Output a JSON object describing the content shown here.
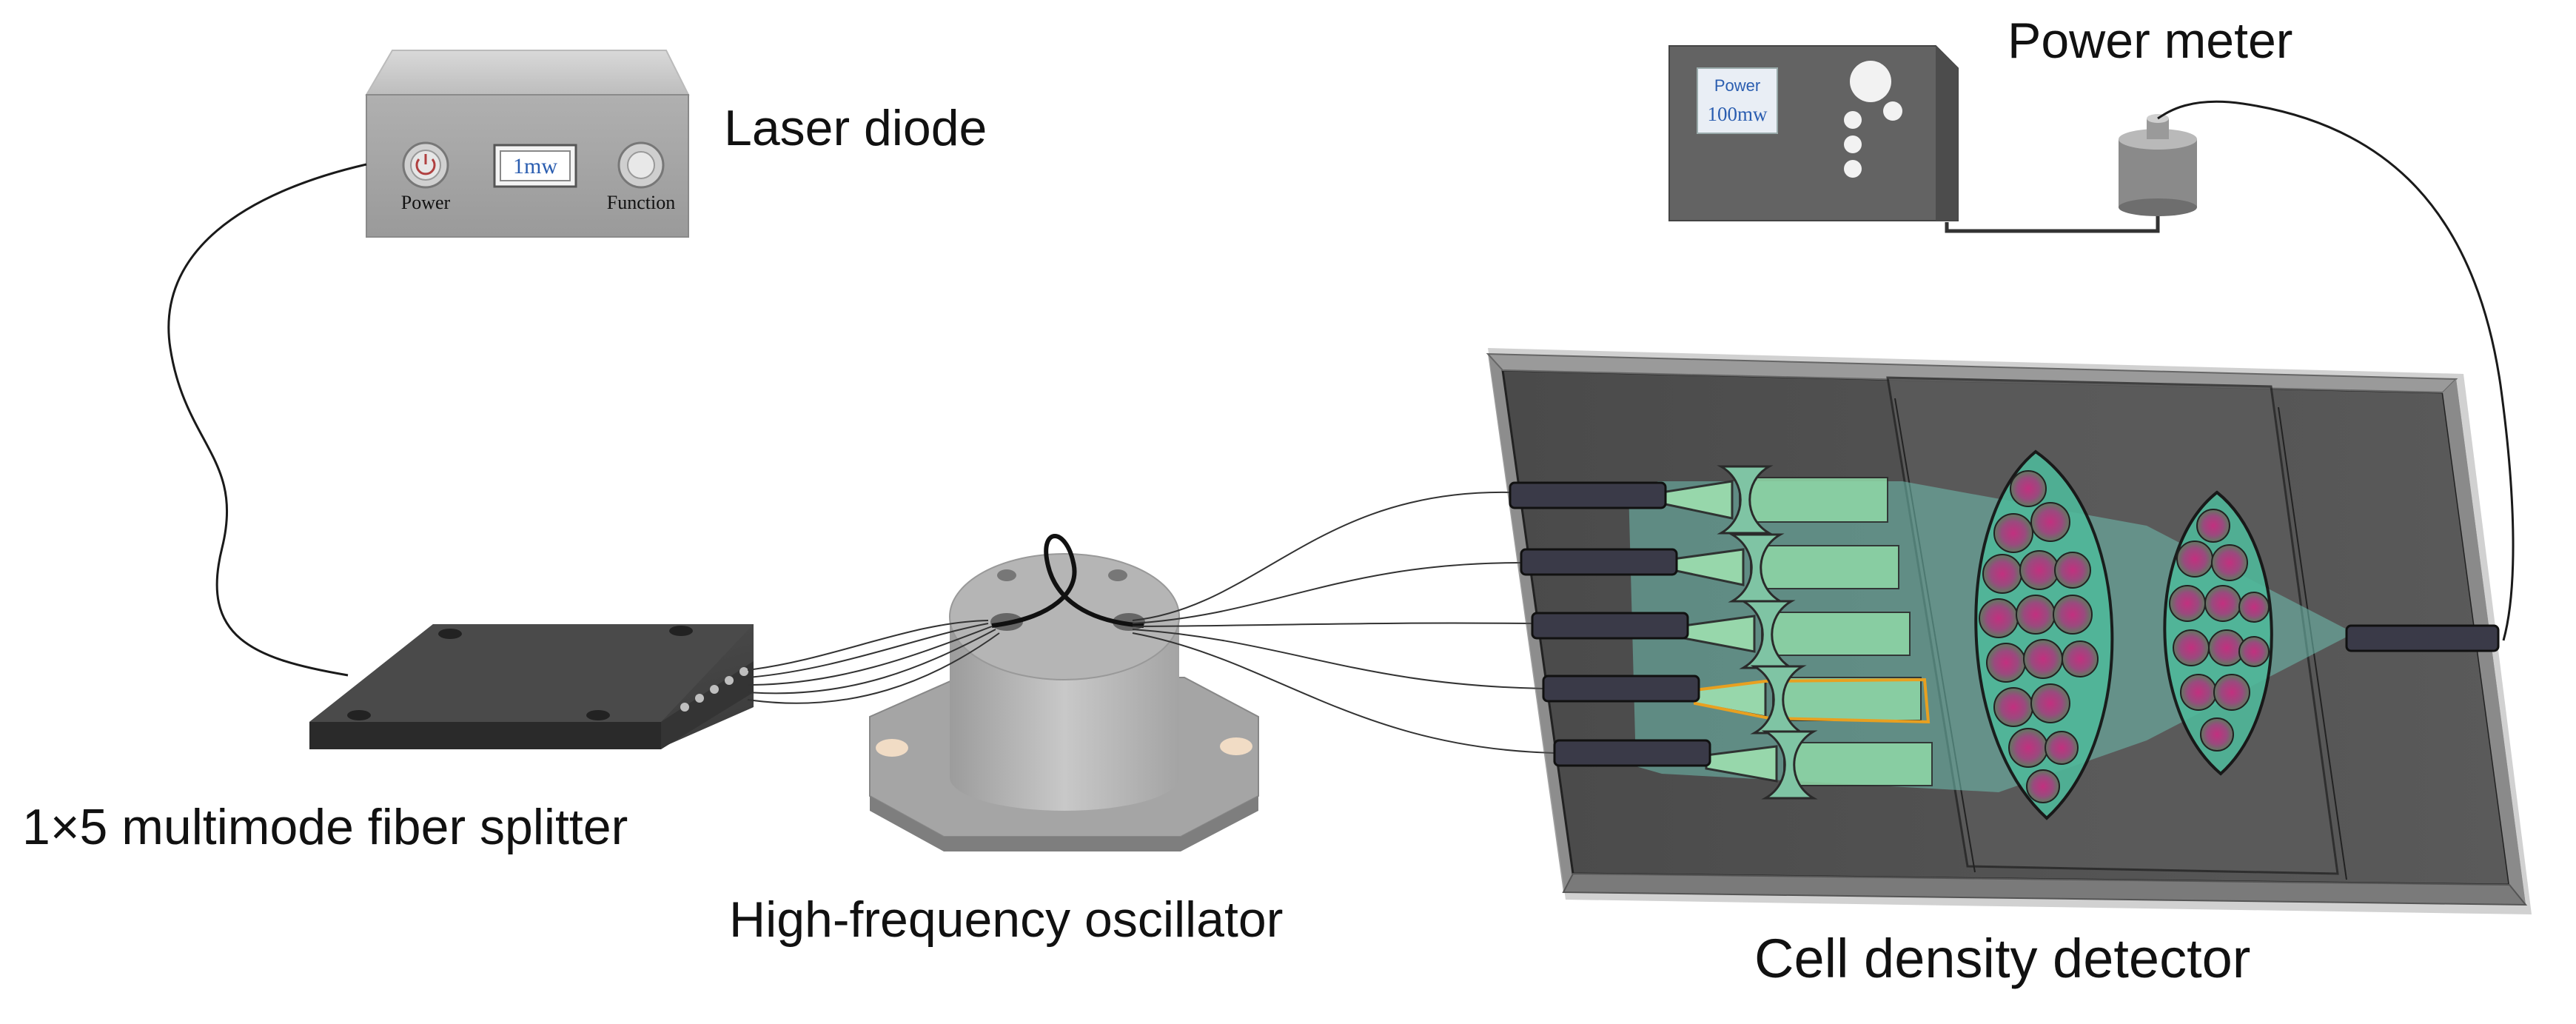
{
  "labels": {
    "laser_diode": "Laser diode",
    "power_meter": "Power meter",
    "splitter": "1×5 multimode fiber splitter",
    "oscillator": "High-frequency oscillator",
    "detector": "Cell density detector"
  },
  "laser_panel": {
    "display": "1mw",
    "power_label": "Power",
    "function_label": "Function"
  },
  "meter_panel": {
    "title": "Power",
    "value": "100mw"
  },
  "colors": {
    "device_gray": "#a9a9a9",
    "dark_device": "#3a3a3a",
    "chip_dark": "#2b2b2b",
    "channel_green": "#8fd9a8",
    "chamber_teal": "#6fbfb0",
    "cell_color": "#b0357a",
    "highlight_orange": "#e8a020"
  }
}
